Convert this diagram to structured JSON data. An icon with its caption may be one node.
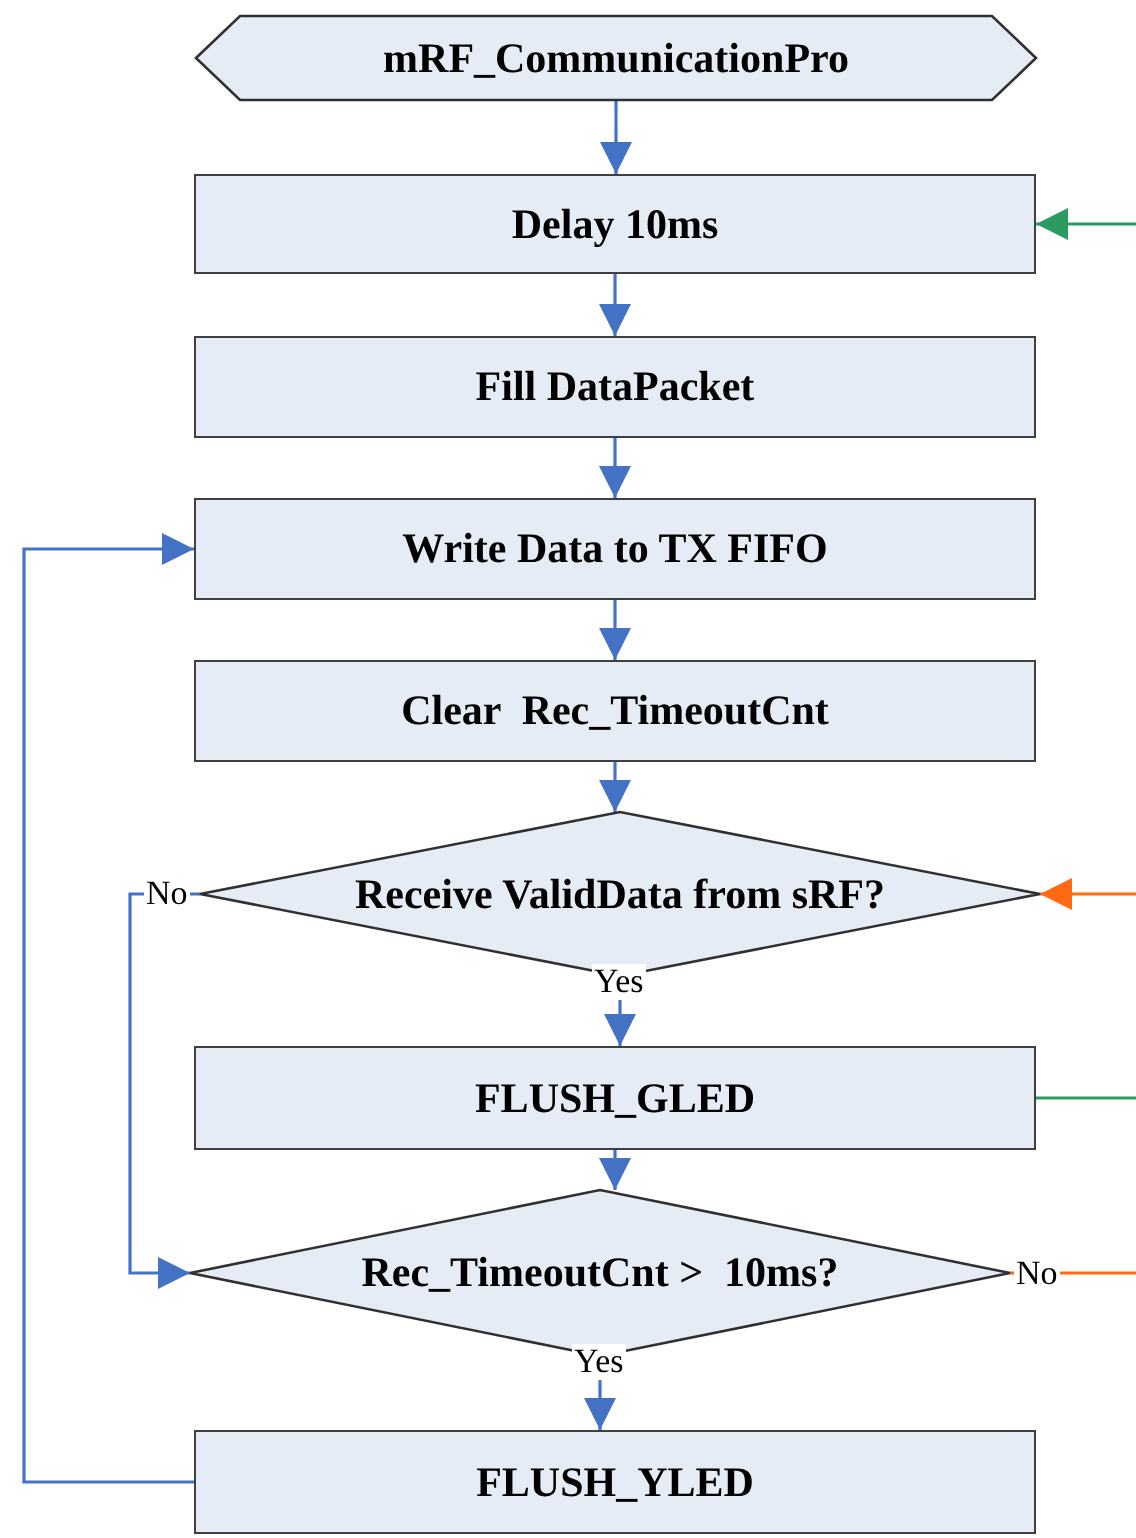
{
  "diagram": {
    "nodes": [
      {
        "text": [
          "mRF_CommunicationPro"
        ]
      },
      {
        "text": [
          "Delay 10ms"
        ]
      },
      {
        "text": [
          "Fill DataPacket"
        ]
      },
      {
        "text": [
          "Write Data to TX FIFO"
        ]
      },
      {
        "text": [
          "Clear  Rec_TimeoutCnt"
        ]
      },
      {
        "text": [
          "Receive ValidData from sRF?"
        ]
      },
      {
        "text": [
          "FLUSH_GLED"
        ]
      },
      {
        "text": [
          "Rec_TimeoutCnt >  10ms?"
        ]
      },
      {
        "text": [
          "FLUSH_YLED"
        ]
      }
    ],
    "edges": [
      {
        "from": 0,
        "to": 1,
        "arrow": "to"
      },
      {
        "from": 1,
        "to": 2,
        "arrow": "to"
      },
      {
        "from": 2,
        "to": 3,
        "arrow": "to"
      },
      {
        "from": 3,
        "to": 4,
        "arrow": "to"
      },
      {
        "from": 4,
        "to": 5,
        "arrow": "to"
      },
      {
        "from": 5,
        "to": 6,
        "arrow": "to",
        "label": "Yes"
      },
      {
        "from": 6,
        "to": 7,
        "arrow": "to"
      },
      {
        "from": 7,
        "to": 8,
        "arrow": "to",
        "label": "Yes"
      },
      {
        "from": 5,
        "to": 7,
        "arrow": "to",
        "label": "No"
      },
      {
        "from": 8,
        "to": 3,
        "arrow": "to"
      },
      {
        "from": null,
        "to": 1,
        "arrow": "to",
        "color": "#2e9a63"
      },
      {
        "from": null,
        "to": 5,
        "arrow": "to",
        "color": "#ff6a13"
      },
      {
        "from": 6,
        "to": null,
        "arrow": "none",
        "color": "#2e9a63"
      },
      {
        "from": 7,
        "to": null,
        "arrow": "none",
        "color": "#ff6a13",
        "label": "No"
      }
    ]
  }
}
